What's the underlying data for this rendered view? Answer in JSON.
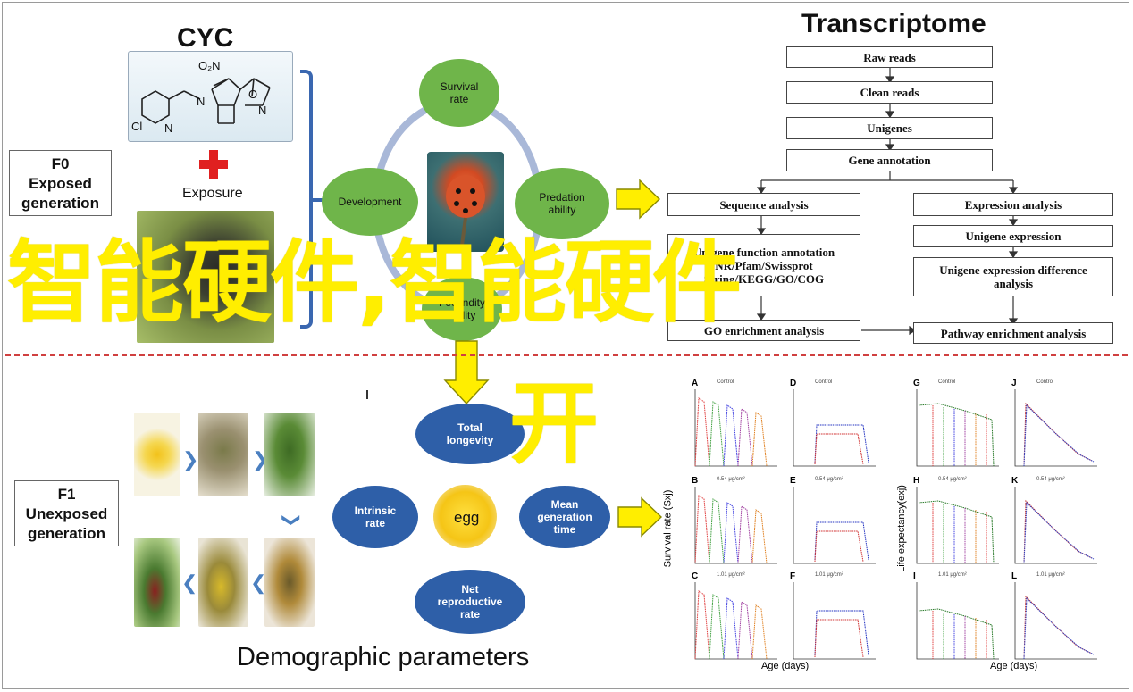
{
  "labels": {
    "cyc": "CYC",
    "transcriptome": "Transcriptome",
    "exposure": "Exposure",
    "egg": "egg",
    "demographic": "Demographic parameters"
  },
  "f0": {
    "line1": "F0",
    "line2": "Exposed",
    "line3": "generation"
  },
  "f1": {
    "line1": "F1",
    "line2": "Unexposed",
    "line3": "generation"
  },
  "molecule": {
    "no2": "O₂N",
    "cl": "Cl",
    "n1": "N",
    "n2": "N",
    "o": "O",
    "n3": "N"
  },
  "green_ellipses": {
    "survival": "Survival rate",
    "development": "Development",
    "predation": "Predation ability",
    "fecundity": "Fecundity ability"
  },
  "blue_ellipses": {
    "total": "Total longevity",
    "intrinsic": "Intrinsic rate",
    "mean": "Mean generation time",
    "net": "Net reproductive rate"
  },
  "flow": {
    "raw": "Raw reads",
    "clean": "Clean reads",
    "unigenes": "Unigenes",
    "annotation": "Gene annotation",
    "sequence": "Sequence analysis",
    "expression": "Expression analysis",
    "unigene_func": "Unigene function annotation NR/Pfam/Swissprot String/KEGG/GO/COG",
    "unigene_expr": "Unigene expression",
    "unigene_diff": "Unigene expression difference analysis",
    "go_enrich": "GO enrichment analysis",
    "pathway": "Pathway enrichment analysis"
  },
  "overlay": {
    "line1": "智能硬件,智能硬件",
    "line2": "开"
  },
  "charts": {
    "ylabel_left": "Survival rate (Sxj)",
    "ylabel_right": "Life expectancy(exj)",
    "xlabel": "Age (days)",
    "panels": [
      {
        "letter": "A",
        "title": "Control"
      },
      {
        "letter": "B",
        "title": "0.54 μg/cm²"
      },
      {
        "letter": "C",
        "title": "1.01 μg/cm²"
      },
      {
        "letter": "D",
        "title": "Control"
      },
      {
        "letter": "E",
        "title": "0.54 μg/cm²"
      },
      {
        "letter": "F",
        "title": "1.01 μg/cm²"
      },
      {
        "letter": "G",
        "title": "Control"
      },
      {
        "letter": "H",
        "title": "0.54 μg/cm²"
      },
      {
        "letter": "I",
        "title": "1.01 μg/cm²"
      },
      {
        "letter": "J",
        "title": "Control"
      },
      {
        "letter": "K",
        "title": "0.54 μg/cm²"
      },
      {
        "letter": "L",
        "title": "1.01 μg/cm²"
      }
    ]
  },
  "colors": {
    "green": "#6fb54a",
    "blue": "#2e5fa8",
    "yellow": "#ffee00",
    "red_cross": "#e02020",
    "ring": "#a9b8d8"
  }
}
